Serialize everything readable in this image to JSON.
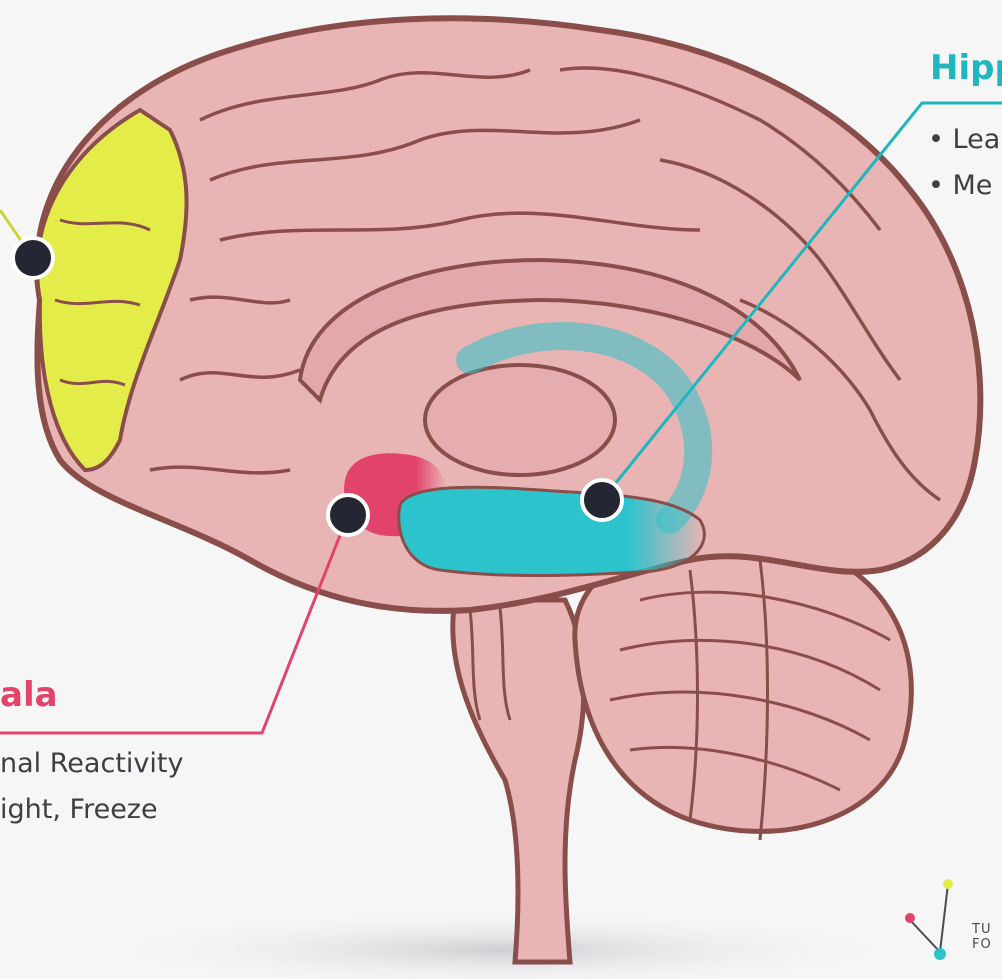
{
  "regions": {
    "prefrontal": {
      "color": "#e4ec4a"
    },
    "amygdala": {
      "color": "#e2436b",
      "title": "ala",
      "bullets": [
        "nal Reactivity",
        "ight, Freeze"
      ]
    },
    "hippocampus": {
      "color": "#2cc3cc",
      "title": "Hipp",
      "bullets": [
        "• Lea",
        "• Me"
      ]
    }
  },
  "brain_color": "#e9b4b4",
  "outline_color": "#8a4e4a",
  "marker_color": "#252633",
  "logo": {
    "line1": "TU",
    "line2": "FO"
  }
}
